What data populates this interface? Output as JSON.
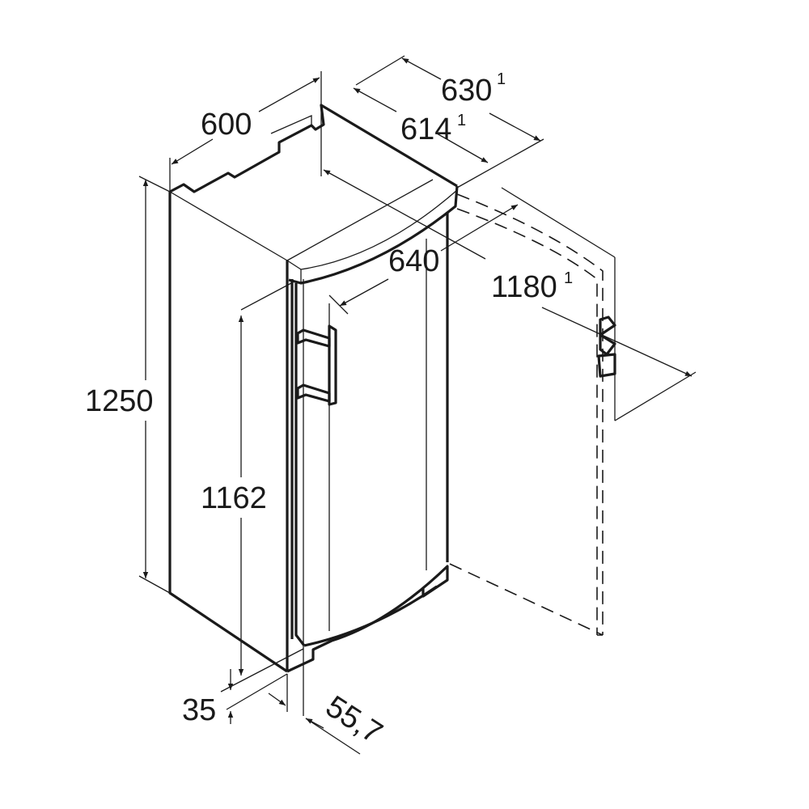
{
  "dimensions": {
    "width": "600",
    "depth_outer": "630",
    "depth_outer_note": "1",
    "depth_inner": "614",
    "depth_inner_note": "1",
    "door_width": "640",
    "door_open_depth": "1180",
    "door_open_depth_note": "1",
    "height": "1250",
    "handle_height": "1162",
    "foot_height": "35",
    "door_offset": "55,7"
  },
  "colors": {
    "line": "#1a1a1a",
    "background": "#ffffff"
  }
}
